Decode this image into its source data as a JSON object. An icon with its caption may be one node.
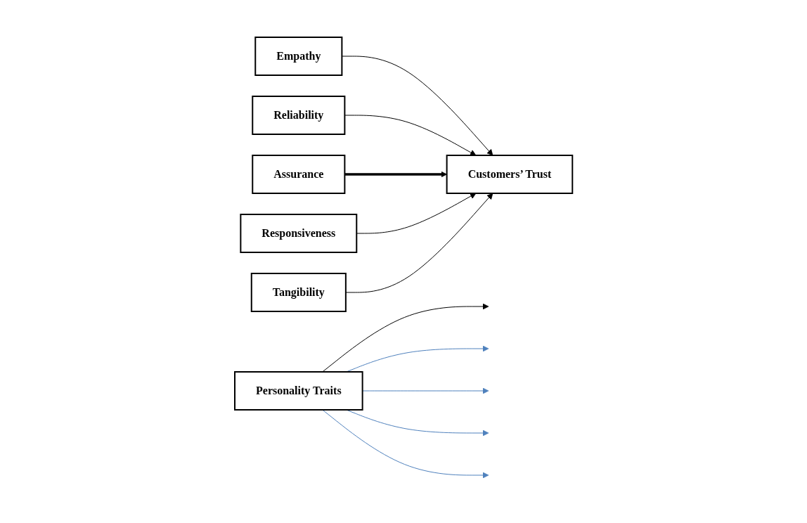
{
  "diagram": {
    "nodes": [
      {
        "text": [
          "Empathy"
        ]
      },
      {
        "text": [
          "Reliability"
        ]
      },
      {
        "text": [
          "Assurance"
        ]
      },
      {
        "text": [
          "Responsiveness"
        ]
      },
      {
        "text": [
          "Tangibility"
        ]
      },
      {
        "text": [
          "Personality Traits"
        ]
      },
      {
        "text": [
          "Customers’ Trust"
        ]
      }
    ],
    "edges": [
      {
        "from": 0,
        "to": 6,
        "arrow": "to"
      },
      {
        "from": 1,
        "to": 6,
        "arrow": "to"
      },
      {
        "from": 2,
        "to": 6,
        "arrow": "to",
        "style": "thick"
      },
      {
        "from": 3,
        "to": 6,
        "arrow": "to"
      },
      {
        "from": 4,
        "to": 6,
        "arrow": "to"
      },
      {
        "from": 5,
        "to": null,
        "arrow": "to"
      },
      {
        "from": 5,
        "to": null,
        "arrow": "to",
        "color": "#4f81bd"
      },
      {
        "from": 5,
        "to": null,
        "arrow": "to",
        "color": "#4f81bd"
      },
      {
        "from": 5,
        "to": null,
        "arrow": "to",
        "color": "#4f81bd"
      },
      {
        "from": 5,
        "to": null,
        "arrow": "to",
        "color": "#4f81bd"
      }
    ]
  }
}
